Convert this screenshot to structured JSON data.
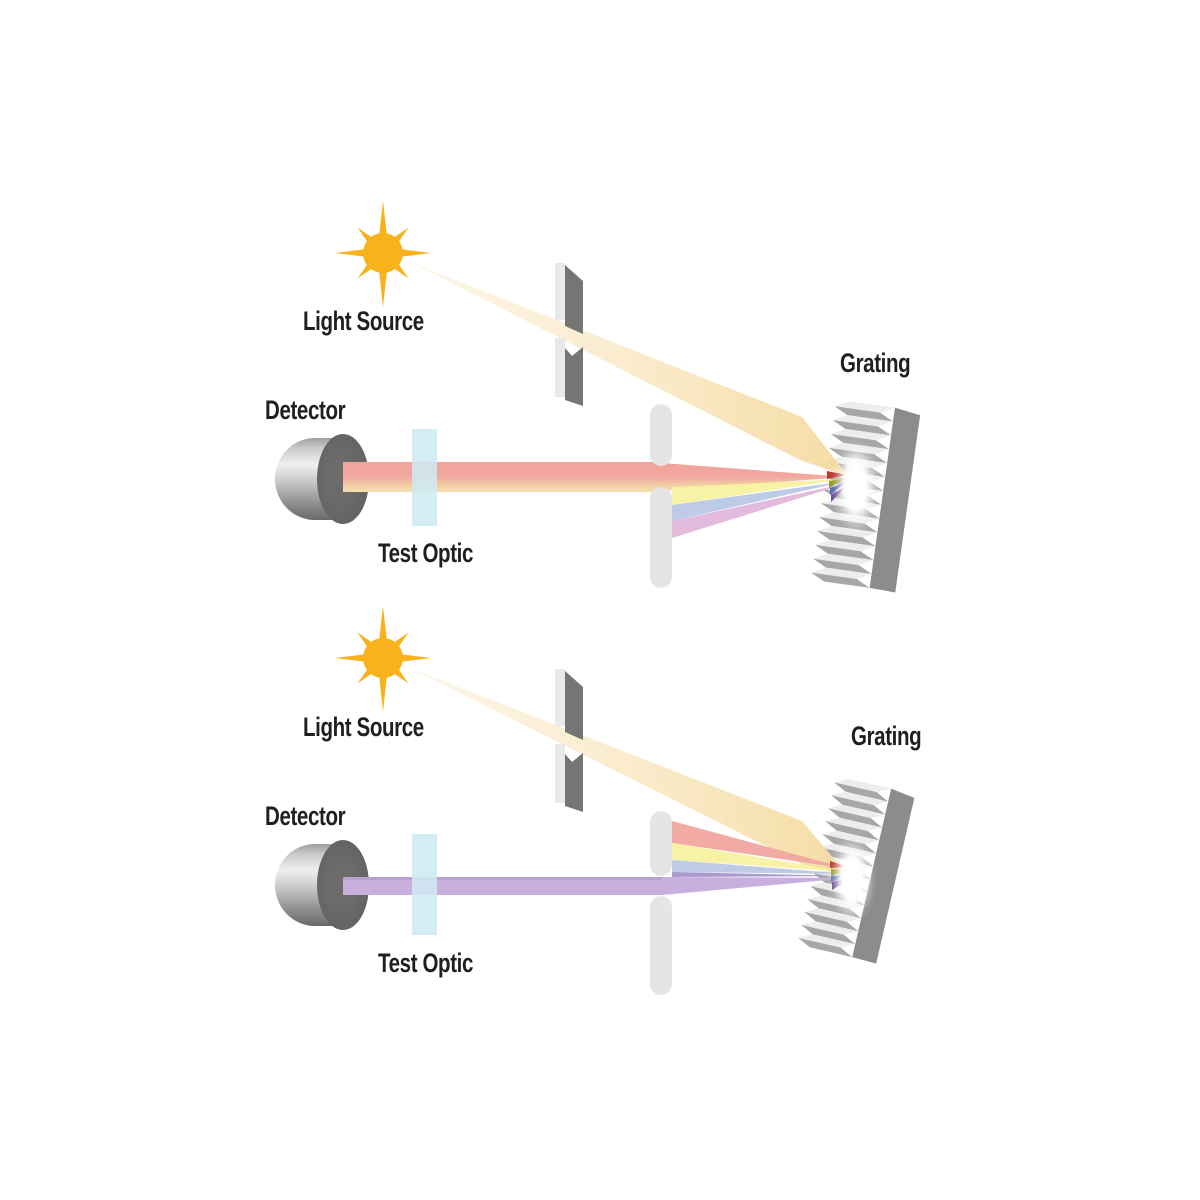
{
  "colors": {
    "background": "#ffffff",
    "label_text": "#1f1f1f",
    "star_yellow": "#F7B21C",
    "beam_cream": "#F6DBA2",
    "beam_red": "#F0A79F",
    "beam_yellow": "#F7F1A0",
    "beam_blue": "#BBC8E6",
    "beam_violet": "#E2B8DB",
    "beam_purple": "#C8AFDD",
    "metal_light": "#EDEDEB",
    "metal_mid": "#A7A7A5",
    "metal_dark": "#8C8C8A",
    "slit_front": "#E9E9E7",
    "slit_side": "#757573",
    "slit2_gray": "#E5E5E3",
    "optic_blue": "rgba(206,233,243,0.88)",
    "detector_face": "#5E5E5C"
  },
  "panels": [
    {
      "name": "top",
      "selected_beam": "red",
      "labels": {
        "light_source": "Light Source",
        "detector": "Detector",
        "test_optic": "Test Optic",
        "grating": "Grating"
      }
    },
    {
      "name": "bottom",
      "selected_beam": "violet",
      "labels": {
        "light_source": "Light Source",
        "detector": "Detector",
        "test_optic": "Test Optic",
        "grating": "Grating"
      }
    }
  ]
}
